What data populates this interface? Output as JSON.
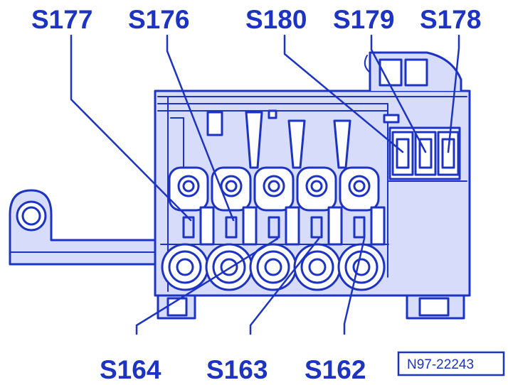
{
  "labels_top": [
    "S177",
    "S176",
    "S180",
    "S179",
    "S178"
  ],
  "labels_bottom": [
    "S164",
    "S163",
    "S162"
  ],
  "reference_code": "N97-22243",
  "colors": {
    "ink": "#1c33c4",
    "fill": "#d6dcfa",
    "background": "#ffffff"
  }
}
